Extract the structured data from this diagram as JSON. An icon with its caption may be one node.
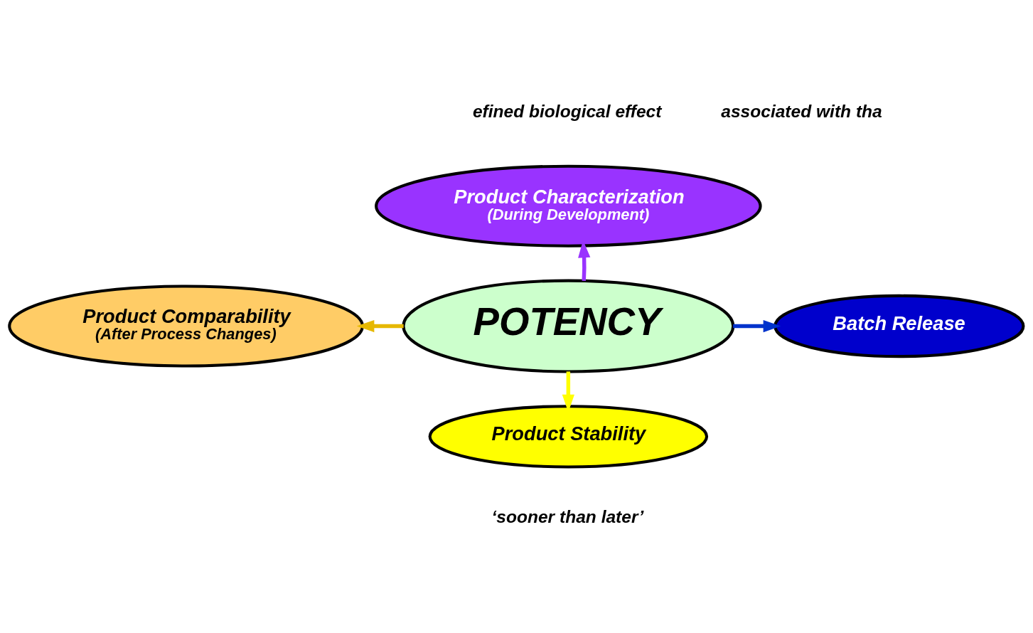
{
  "diagram": {
    "nodes": [
      {
        "text": [
          "Product Characterization",
          "(During Development)"
        ]
      },
      {
        "text": [
          "Product Comparability",
          "(After Process Changes)"
        ]
      },
      {
        "text": [
          "POTENCY"
        ]
      },
      {
        "text": [
          "Batch Release"
        ]
      },
      {
        "text": [
          "Product Stability"
        ]
      }
    ],
    "edges": [
      {
        "from": 2,
        "to": 0,
        "arrow": "to",
        "color": "#9933ff"
      },
      {
        "from": 2,
        "to": 1,
        "arrow": "to",
        "color": "#e6b800"
      },
      {
        "from": 2,
        "to": 3,
        "arrow": "to",
        "color": "#0033cc"
      },
      {
        "from": 2,
        "to": 4,
        "arrow": "to",
        "color": "#ffff00"
      }
    ],
    "labels": [
      "efined biological effect",
      "associated with tha",
      "‘sooner than later’"
    ]
  }
}
